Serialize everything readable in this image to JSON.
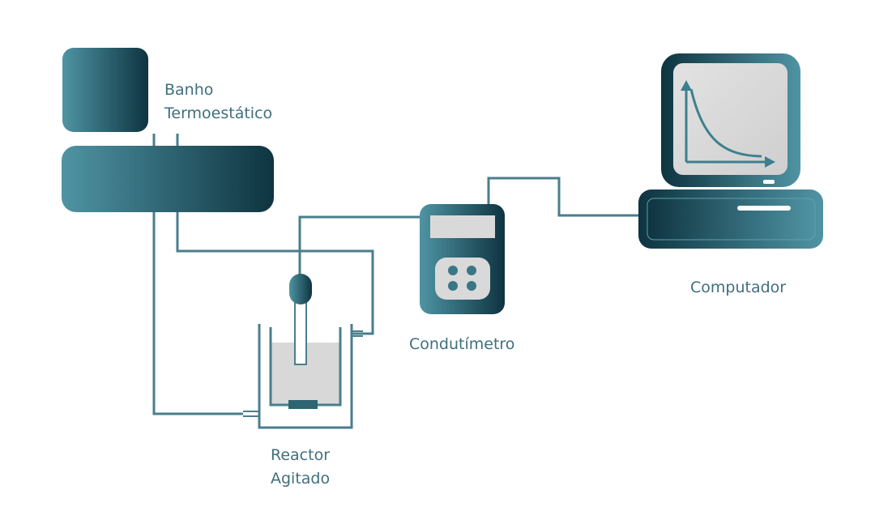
{
  "labels": {
    "bath_line1": "Banho",
    "bath_line2": "Termoestático",
    "reactor_line1": "Reactor",
    "reactor_line2": "Agitado",
    "conductimeter": "Condutímetro",
    "computer": "Computador"
  },
  "colors": {
    "teal_light": "#4f94a4",
    "teal_dark": "#0e3440",
    "line": "#4a7e8c",
    "screen_gray": "#dcdcdc",
    "liquid_gray": "#d8d8d8",
    "label": "#3f6f7d"
  },
  "screen_plot": {
    "curve": "decay",
    "axes_arrows": true
  }
}
